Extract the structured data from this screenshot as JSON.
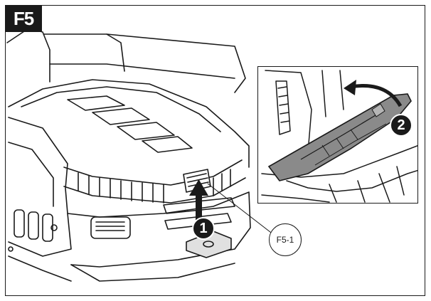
{
  "figure": {
    "badge_label": "F5",
    "callout_label": "F5-1",
    "step_1": "1",
    "step_2": "2"
  },
  "colors": {
    "line": "#1a1a1a",
    "lid_fill": "#8a8a8a",
    "background": "#ffffff"
  },
  "icons": [
    "arrow-up-icon",
    "curved-arrow-icon"
  ]
}
